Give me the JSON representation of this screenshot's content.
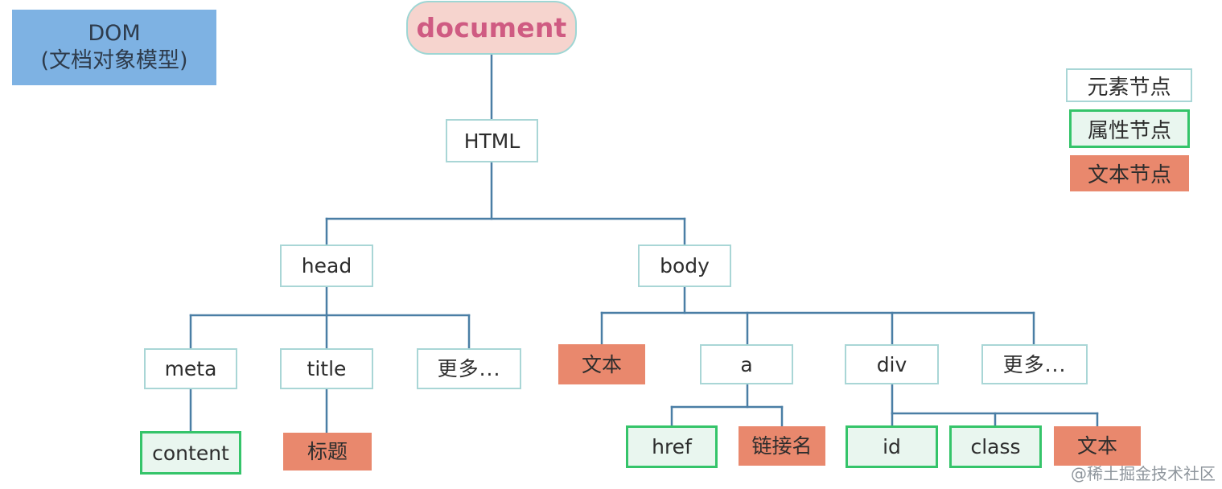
{
  "title": {
    "line1": "DOM",
    "line2": "(文档对象模型)"
  },
  "legend": {
    "element": "元素节点",
    "attribute": "属性节点",
    "text": "文本节点"
  },
  "nodes": {
    "document": "document",
    "html": "HTML",
    "head": "head",
    "body": "body",
    "meta": "meta",
    "title": "title",
    "head_more": "更多...",
    "body_text": "文本",
    "a": "a",
    "div": "div",
    "body_more": "更多...",
    "content": "content",
    "title_text": "标题",
    "href": "href",
    "link_text": "链接名",
    "id": "id",
    "class": "class",
    "div_text": "文本"
  },
  "edges": [
    [
      "document",
      "html"
    ],
    [
      "html",
      "head"
    ],
    [
      "html",
      "body"
    ],
    [
      "head",
      "meta"
    ],
    [
      "head",
      "title"
    ],
    [
      "head",
      "head_more"
    ],
    [
      "body",
      "body_text"
    ],
    [
      "body",
      "a"
    ],
    [
      "body",
      "div"
    ],
    [
      "body",
      "body_more"
    ],
    [
      "meta",
      "content"
    ],
    [
      "title",
      "title_text"
    ],
    [
      "a",
      "href"
    ],
    [
      "a",
      "link_text"
    ],
    [
      "div",
      "id"
    ],
    [
      "div",
      "class"
    ],
    [
      "div",
      "div_text"
    ]
  ],
  "colors": {
    "connector": "#4a7ea5",
    "element_border": "#a9d6d6",
    "attribute_border": "#35c46a",
    "attribute_fill": "#e9f6ef",
    "text_fill": "#e9886d",
    "document_fill": "#f6d4ce",
    "document_text": "#cf5b82",
    "title_fill": "#7eb2e3"
  },
  "watermark": "@稀土掘金技术社区"
}
